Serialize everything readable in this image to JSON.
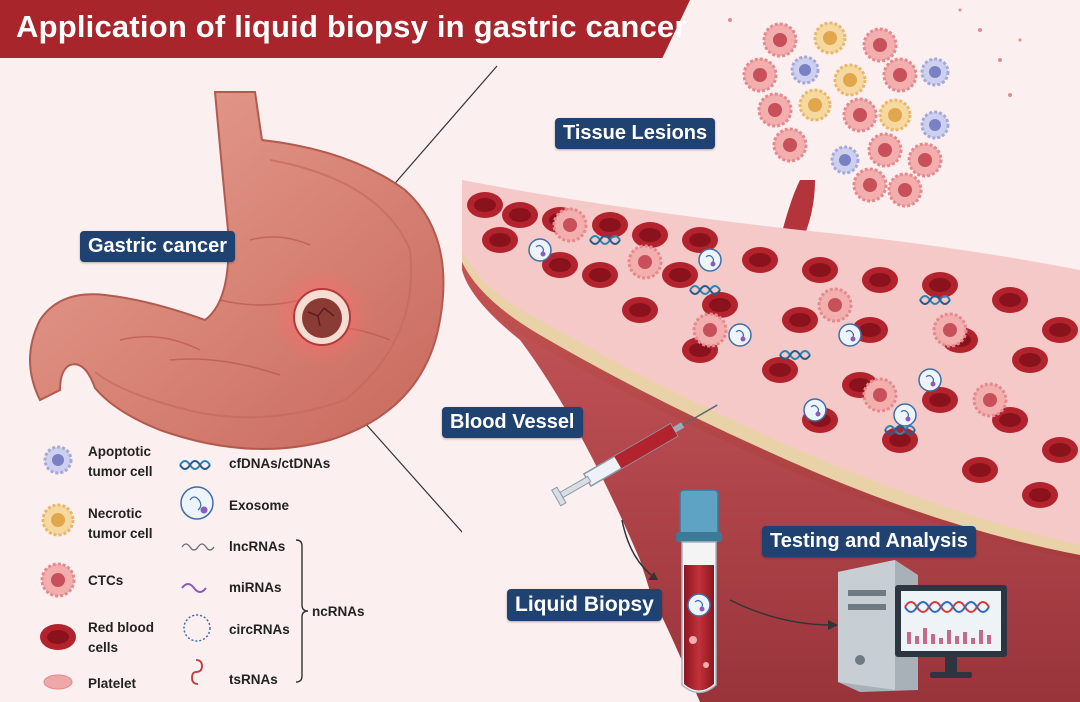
{
  "title": "Application of liquid biopsy in gastric cancer",
  "labels": {
    "gastric_cancer": "Gastric cancer",
    "tissue_lesions": "Tissue Lesions",
    "blood_vessel": "Blood Vessel",
    "liquid_biopsy": "Liquid Biopsy",
    "testing_analysis": "Testing and Analysis"
  },
  "legend": {
    "apoptotic": "Apoptotic tumor cell",
    "necrotic": "Necrotic tumor cell",
    "ctcs": "CTCs",
    "rbc": "Red blood cells",
    "platelet": "Platelet",
    "cfdna": "cfDNAs/ctDNAs",
    "exosome": "Exosome",
    "lncrna": "lncRNAs",
    "mirna": "miRNAs",
    "circrna": "circRNAs",
    "tsrna": "tsRNAs",
    "ncrna": "ncRNAs"
  },
  "colors": {
    "banner": "#a8252c",
    "tag": "#1f4271",
    "rbc": "#b3232e",
    "stomach": "#d9867a",
    "tube_cap": "#5fa3c4"
  },
  "icons": [
    "stomach-icon",
    "blood-vessel-icon",
    "syringe-icon",
    "blood-tube-icon",
    "computer-icon",
    "tumor-cluster-icon"
  ]
}
